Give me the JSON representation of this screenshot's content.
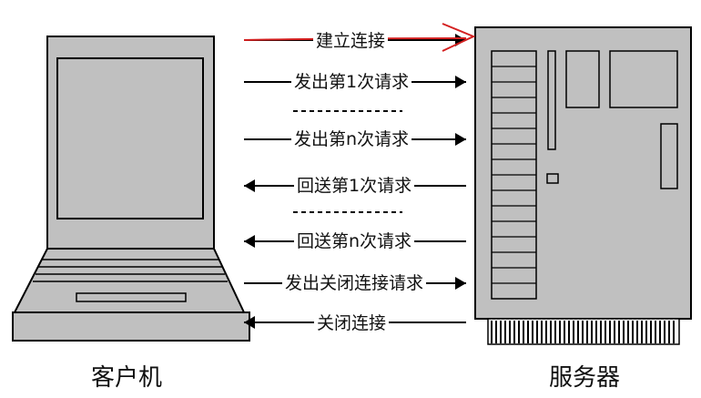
{
  "client": {
    "label": "客户机"
  },
  "server": {
    "label": "服务器"
  },
  "messages": [
    {
      "text": "建立连接",
      "direction": "to-server",
      "annotated": true
    },
    {
      "text": "发出第1次请求",
      "direction": "to-server"
    },
    {
      "text": "发出第n次请求",
      "direction": "to-server"
    },
    {
      "text": "回送第1次请求",
      "direction": "to-client"
    },
    {
      "text": "回送第n次请求",
      "direction": "to-client"
    },
    {
      "text": "发出关闭连接请求",
      "direction": "to-server"
    },
    {
      "text": "关闭连接",
      "direction": "to-client"
    }
  ],
  "colors": {
    "device_fill": "#c0c0c0",
    "outline": "#000000",
    "annotation": "#d42020"
  }
}
